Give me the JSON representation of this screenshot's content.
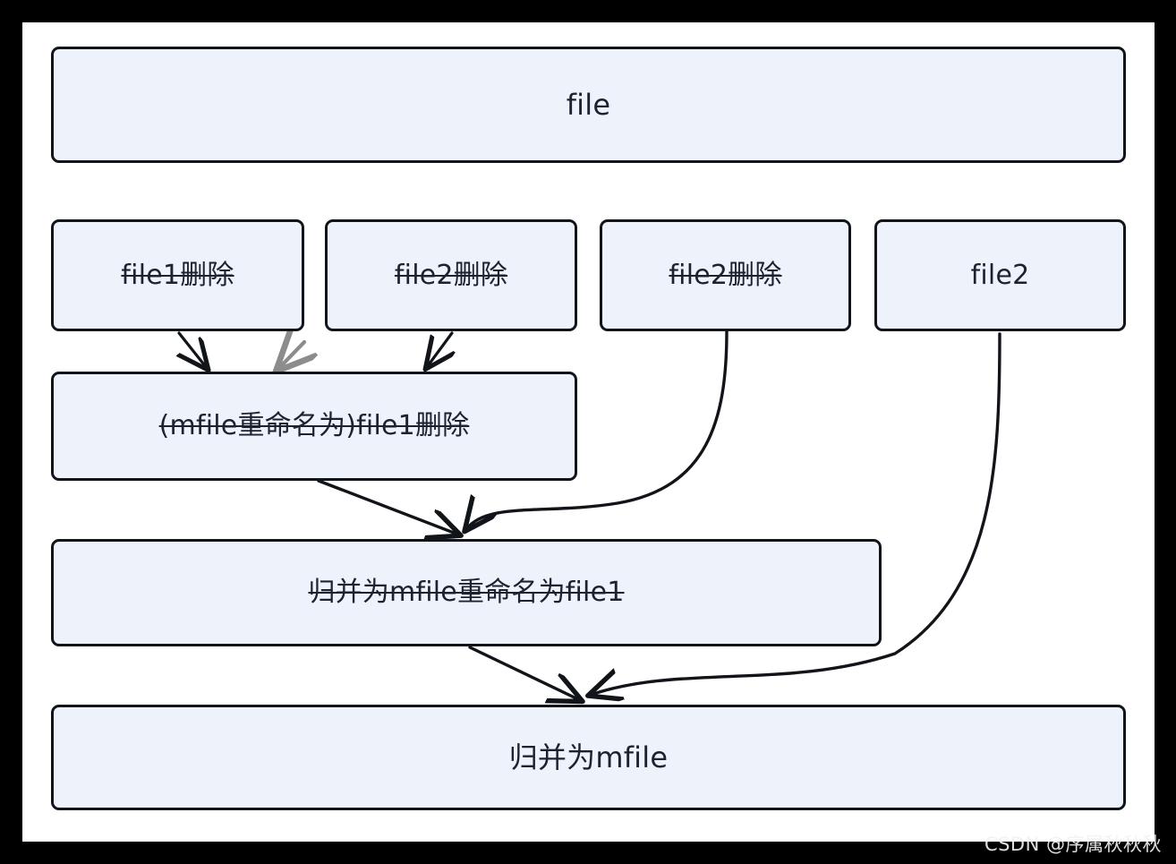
{
  "diagram": {
    "title": "file merge and rename flow",
    "colors": {
      "page_background": "#000000",
      "canvas_background": "#ffffff",
      "node_fill": "#eef2fb",
      "node_border": "#111418",
      "node_text": "#1c2230",
      "arrow_black": "#111418",
      "arrow_gray": "#8c8c8c",
      "watermark_text": "#f2f2f2"
    },
    "nodes": [
      {
        "id": "file",
        "label": "file",
        "struck": false
      },
      {
        "id": "file1_deleted",
        "label": "file1删除",
        "struck": true
      },
      {
        "id": "file2_deleted_a",
        "label": "file2删除",
        "struck": true
      },
      {
        "id": "file2_deleted_b",
        "label": "file2删除",
        "struck": true
      },
      {
        "id": "file2",
        "label": "file2",
        "struck": false
      },
      {
        "id": "mfile_renamed",
        "label": "(mfile重命名为)file1删除",
        "struck": true
      },
      {
        "id": "merge_mfile_file1",
        "label": "归并为mfile重命名为file1",
        "struck": true
      },
      {
        "id": "merge_mfile",
        "label": "归并为mfile",
        "struck": false
      }
    ],
    "edges": [
      {
        "id": "e1",
        "from": "file1_deleted",
        "to": "mfile_renamed",
        "style": "straight",
        "color": "#111418"
      },
      {
        "id": "e2",
        "from": "file1_deleted",
        "to": "mfile_renamed",
        "style": "straight",
        "color": "#8c8c8c"
      },
      {
        "id": "e3",
        "from": "file2_deleted_a",
        "to": "mfile_renamed",
        "style": "straight",
        "color": "#111418"
      },
      {
        "id": "e4",
        "from": "mfile_renamed",
        "to": "merge_mfile_file1",
        "style": "straight",
        "color": "#111418"
      },
      {
        "id": "e5",
        "from": "file2_deleted_b",
        "to": "merge_mfile_file1",
        "style": "curve",
        "color": "#111418"
      },
      {
        "id": "e6",
        "from": "merge_mfile_file1",
        "to": "merge_mfile",
        "style": "straight",
        "color": "#111418"
      },
      {
        "id": "e7",
        "from": "file2",
        "to": "merge_mfile",
        "style": "curve",
        "color": "#111418"
      }
    ]
  },
  "watermark": {
    "text": "CSDN @序属秋秋秋"
  }
}
